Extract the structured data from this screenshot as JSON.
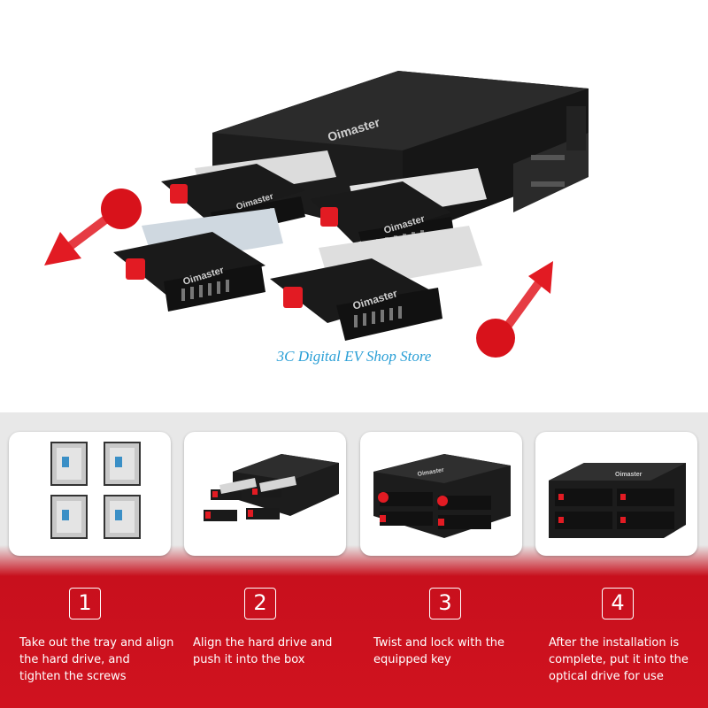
{
  "brand": "Oimaster",
  "watermark": "3C Digital EV Shop Store",
  "colors": {
    "accent": "#e21b23",
    "watermark": "#2a9fd6",
    "band": "#d0121f"
  },
  "steps": [
    {
      "number": "1",
      "text": "Take out the tray and align the hard drive, and tighten the screws"
    },
    {
      "number": "2",
      "text": "Align the hard drive and push it into the box"
    },
    {
      "number": "3",
      "text": "Twist and lock with the equipped key"
    },
    {
      "number": "4",
      "text": "After the installation is complete, put it into the optical drive for use"
    }
  ]
}
